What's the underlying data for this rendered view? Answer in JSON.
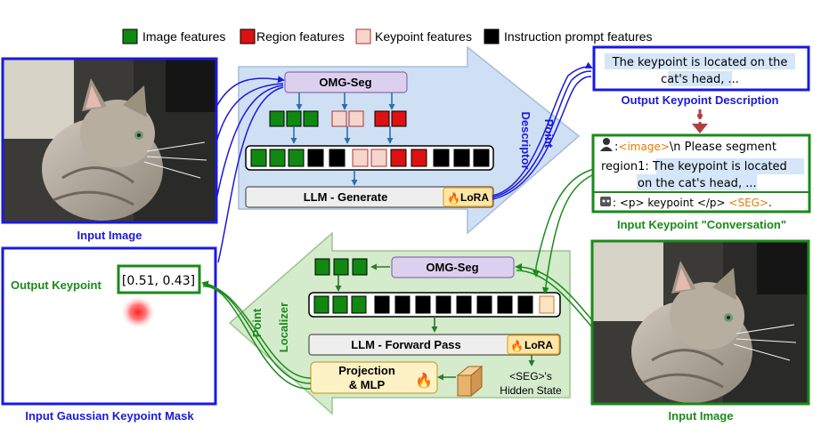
{
  "legend": {
    "image_features": "Image features",
    "region_features": "Region features",
    "keypoint_features": "Keypoint features",
    "instruction_features": "Instruction prompt features"
  },
  "descriptor": {
    "label_line1": "Point",
    "label_line2": "Descriptor",
    "omg_seg": "OMG-Seg",
    "llm": "LLM - Generate",
    "lora": "LoRA"
  },
  "localizer": {
    "label_line1": "Point",
    "label_line2": "Localizer",
    "omg_seg": "OMG-Seg",
    "llm": "LLM - Forward Pass",
    "lora": "LoRA",
    "projection_line1": "Projection",
    "projection_line2": "& MLP",
    "hidden_line1": "<SEG>'s",
    "hidden_line2": "Hidden State"
  },
  "captions": {
    "input_image_left": "Input Image",
    "output_description": "Output Keypoint Description",
    "conversation": "Input Keypoint \"Conversation\"",
    "input_mask": "Input Gaussian Keypoint Mask",
    "input_image_right": "Input Image"
  },
  "description_box": {
    "line1": "The keypoint is located on the",
    "line2": "cat's head, ..."
  },
  "conversation_box": {
    "line1_prefix": ":",
    "line1_image_tag": "<image>",
    "line1_rest": "\\n Please segment",
    "line2_prefix": "region1: ",
    "line2_highlight": "The keypoint is located",
    "line3": "on the cat's head, ...",
    "reply_prefix": ": <p> keypoint </p> ",
    "reply_seg": "<SEG>",
    "reply_end": "."
  },
  "output": {
    "label": "Output Keypoint",
    "coords": "[0.51, 0.43]"
  },
  "colors": {
    "blue": "#1a1adc",
    "green": "#1a8a1a",
    "image_feature": "#118811",
    "region_feature": "#dd1111",
    "keypoint_feature": "#f6d6cc",
    "instruction_feature": "#000000",
    "descriptor_bg": "#cfe0f5",
    "localizer_bg": "#d4ebcc",
    "seg_orange": "#e87a00"
  }
}
